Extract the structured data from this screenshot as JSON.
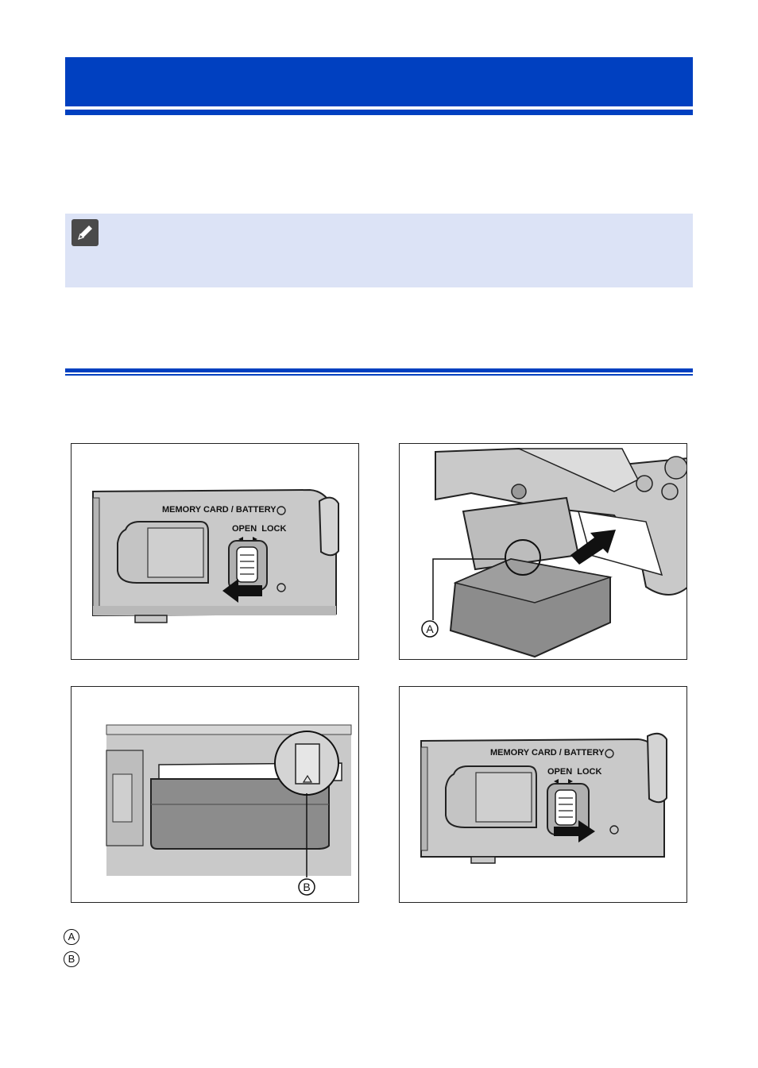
{
  "colors": {
    "accent": "#0040c0",
    "note_bg": "#dce3f6",
    "camera_gray": "#c9c9c9"
  },
  "note": {
    "icon": "pencil-icon"
  },
  "figure1": {
    "door_label": "MEMORY CARD / BATTERY",
    "switch_label": "OPEN  LOCK",
    "arrow": "arrow-left-icon"
  },
  "figure2": {
    "callout": "A",
    "arrow": "arrow-right-icon"
  },
  "figure3": {
    "callout": "B"
  },
  "figure4": {
    "door_label": "MEMORY CARD / BATTERY",
    "switch_label": "OPEN  LOCK",
    "arrow": "arrow-right-icon"
  },
  "legend": [
    {
      "marker": "A",
      "text": ""
    },
    {
      "marker": "B",
      "text": ""
    }
  ]
}
